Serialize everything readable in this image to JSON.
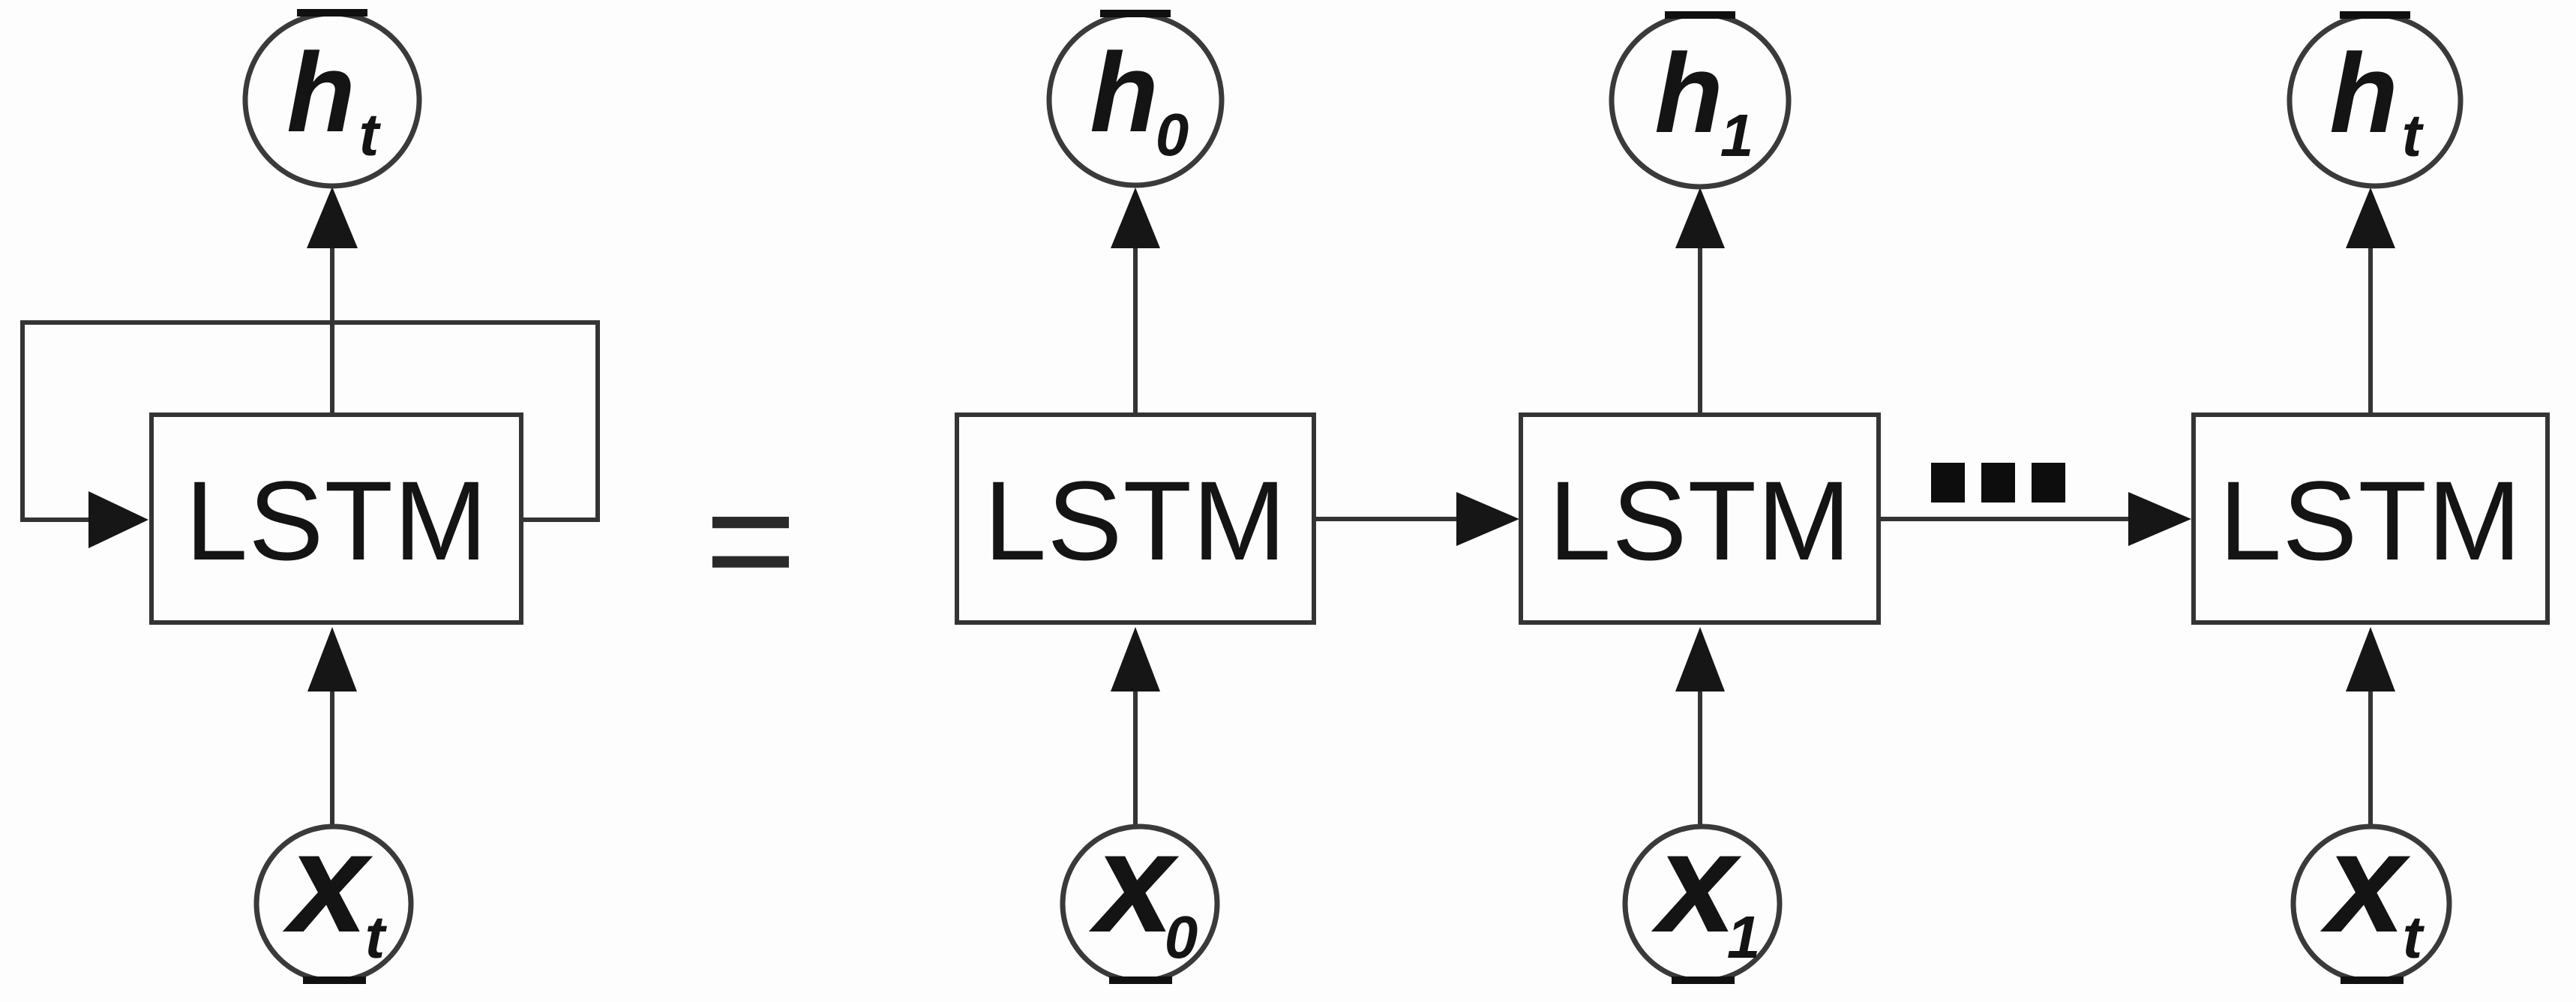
{
  "figure": {
    "background_color": "#fdfdfd",
    "line_color": "#343434",
    "text_color": "#141414",
    "equals_sign": "=",
    "ellipsis_square_count": 3,
    "folded": {
      "block_label": "LSTM",
      "output_label": {
        "base": "h",
        "sub": "t"
      },
      "input_label": {
        "base": "x",
        "sub": "t"
      }
    },
    "unrolled": [
      {
        "block_label": "LSTM",
        "output_label": {
          "base": "h",
          "sub": "0"
        },
        "input_label": {
          "base": "x",
          "sub": "0"
        }
      },
      {
        "block_label": "LSTM",
        "output_label": {
          "base": "h",
          "sub": "1"
        },
        "input_label": {
          "base": "x",
          "sub": "1"
        }
      },
      {
        "block_label": "LSTM",
        "output_label": {
          "base": "h",
          "sub": "t"
        },
        "input_label": {
          "base": "x",
          "sub": "t"
        }
      }
    ]
  }
}
